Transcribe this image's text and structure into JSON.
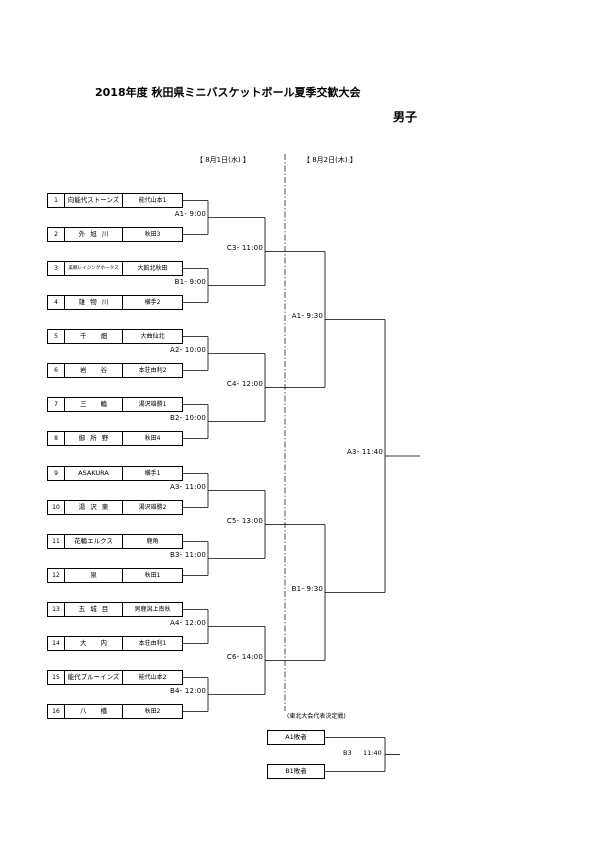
{
  "document": {
    "title": "2018年度 秋田県ミニバスケットボール夏季交歓大会",
    "division": "男子"
  },
  "dates": {
    "day1": "【 8月1日(水) 】",
    "day2": "【 8月2日(木) 】"
  },
  "teams": [
    {
      "no": "1",
      "name": "向能代ストーンズ",
      "region": "能代山本1"
    },
    {
      "no": "2",
      "name": "外 旭 川",
      "region": "秋田3"
    },
    {
      "no": "3",
      "name": "美郷レイジングホークス",
      "region": "大館北秋田"
    },
    {
      "no": "4",
      "name": "雄 物 川",
      "region": "横手2"
    },
    {
      "no": "5",
      "name": "千 畑",
      "region": "大曲仙北"
    },
    {
      "no": "6",
      "name": "岩 谷",
      "region": "本荘由利2"
    },
    {
      "no": "7",
      "name": "三 輪",
      "region": "湯沢雄勝1"
    },
    {
      "no": "8",
      "name": "御 所 野",
      "region": "秋田4"
    },
    {
      "no": "9",
      "name": "ASAKURA",
      "region": "横手1"
    },
    {
      "no": "10",
      "name": "湯 沢 東",
      "region": "湯沢雄勝2"
    },
    {
      "no": "11",
      "name": "花輪エルクス",
      "region": "鹿角"
    },
    {
      "no": "12",
      "name": "泉",
      "region": "秋田1"
    },
    {
      "no": "13",
      "name": "五 城 目",
      "region": "男鹿潟上南秋"
    },
    {
      "no": "14",
      "name": "大 内",
      "region": "本荘由利1"
    },
    {
      "no": "15",
      "name": "能代ブルーインズ",
      "region": "能代山本2"
    },
    {
      "no": "16",
      "name": "八 橋",
      "region": "秋田2"
    }
  ],
  "bracket": {
    "round1": [
      "A1- 9:00",
      "B1- 9:00",
      "A2- 10:00",
      "B2- 10:00",
      "A3- 11:00",
      "B3- 11:00",
      "A4- 12:00",
      "B4- 12:00"
    ],
    "round2": [
      "C3- 11:00",
      "C4- 12:00",
      "C5- 13:00",
      "C6- 14:00"
    ],
    "round3": [
      "A1- 9:30",
      "B1- 9:30"
    ],
    "final": [
      "A3- 11:40"
    ]
  },
  "playoff": {
    "note": "(東北大会代表決定戦)",
    "slot1": "A1敗者",
    "slot2": "B1敗者",
    "match": "B3",
    "time": "11:40"
  }
}
